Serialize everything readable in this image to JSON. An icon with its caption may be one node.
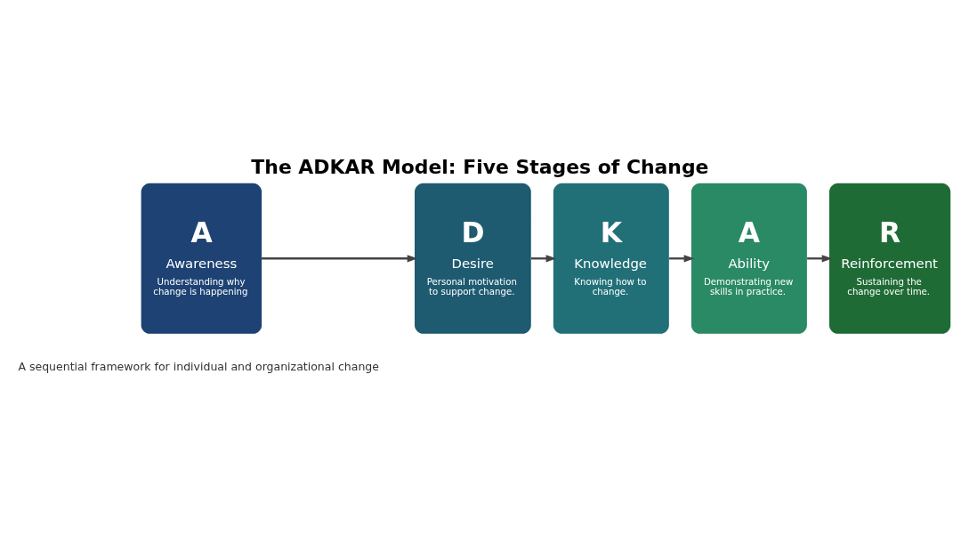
{
  "diagram": {
    "title": "The ADKAR Model: Five Stages of Change",
    "nodes": [
      {
        "text": [
          "A",
          "Awareness",
          "Understanding why change is happening"
        ]
      },
      {
        "text": [
          "D",
          "Desire",
          "Personal motivation to support change."
        ]
      },
      {
        "text": [
          "K",
          "Knowledge",
          "Knowing how to change."
        ]
      },
      {
        "text": [
          "A",
          "Ability",
          "Demonstrating new skills in practice."
        ]
      },
      {
        "text": [
          "R",
          "Reinforcement",
          "Sustaining the change over time."
        ]
      }
    ],
    "edges": [
      {
        "from": 0,
        "to": 1,
        "arrow": "to"
      },
      {
        "from": 1,
        "to": 2,
        "arrow": "to"
      },
      {
        "from": 2,
        "to": 3,
        "arrow": "to"
      },
      {
        "from": 3,
        "to": 4,
        "arrow": "to"
      }
    ],
    "labels": [
      "A sequential framework for individual and organizational change"
    ]
  }
}
